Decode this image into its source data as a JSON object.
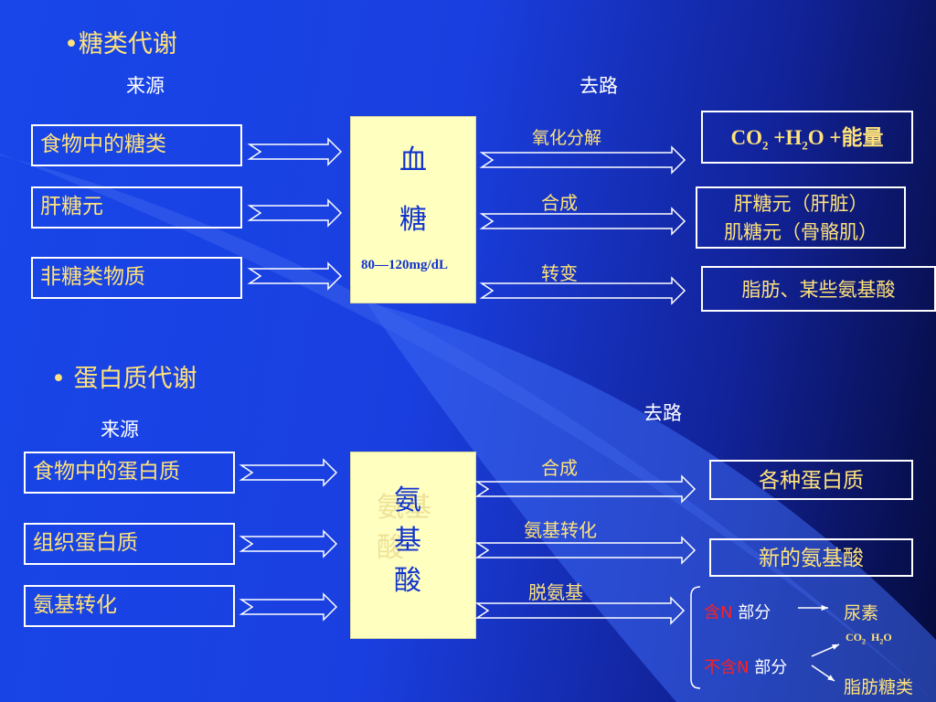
{
  "sugar": {
    "heading": "•糖类代谢",
    "source_label": "来源",
    "dest_label": "去路",
    "sources": [
      "食物中的糖类",
      "肝糖元",
      "非糖类物质"
    ],
    "center_chars": [
      "血",
      "糖"
    ],
    "center_range": "80—120mg/dL",
    "arrow_labels": [
      "氧化分解",
      "合成",
      "转变"
    ],
    "dest1": {
      "co2": "CO",
      "sub2a": "2",
      "plus_h2": "+H",
      "sub2b": "2",
      "o_energy": "O +能量"
    },
    "dest2_line1": "肝糖元（肝脏）",
    "dest2_line2": "肌糖元（骨骼肌）",
    "dest3": "脂肪、某些氨基酸"
  },
  "protein": {
    "heading": "• 蛋白质代谢",
    "source_label": "来源",
    "dest_label": "去路",
    "sources": [
      "食物中的蛋白质",
      "组织蛋白质",
      "氨基转化"
    ],
    "center_chars": [
      "氨",
      "基",
      "酸"
    ],
    "ghost_chars": [
      "氨基",
      "酸"
    ],
    "arrow_labels": [
      "合成",
      "氨基转化",
      "脱氨基"
    ],
    "dest1": "各种蛋白质",
    "dest2": "新的氨基酸",
    "branch": {
      "n_part_red": "含N",
      "n_part_rest": " 部分",
      "n_result": "尿素",
      "non_n_red": "不含N",
      "non_n_rest": " 部分",
      "co2": "CO",
      "co2_sub": "2",
      "h2o_h": "H",
      "h2o_sub": "2",
      "h2o_o": "O",
      "fat_sugar": "脂肪糖类"
    }
  },
  "colors": {
    "heading": "#ffe27a",
    "box_fill": "#ffffc0",
    "center_text": "#1133cc",
    "red": "#ff2020"
  }
}
